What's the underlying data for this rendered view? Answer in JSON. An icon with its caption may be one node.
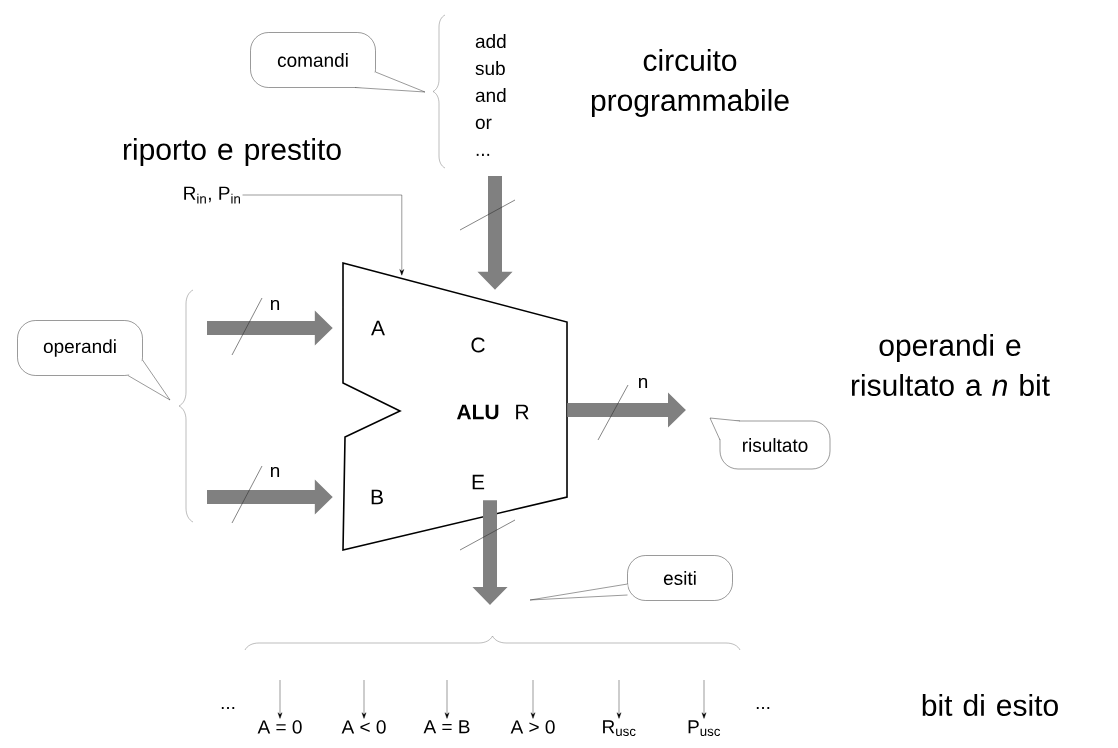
{
  "diagram": {
    "nodes": [
      {
        "text": [
          "comandi"
        ]
      },
      {
        "text": [
          "add sub and or ..."
        ]
      },
      {
        "text": [
          "R$_{in}$, P$_{in}$"
        ]
      },
      {
        "text": [
          "A",
          "C",
          "ALU",
          "R",
          "B",
          "E"
        ]
      },
      {
        "text": [
          "operandi"
        ]
      },
      {
        "text": [
          "risultato"
        ]
      },
      {
        "text": [
          "esiti"
        ]
      },
      {
        "text": [
          "A = 0"
        ]
      },
      {
        "text": [
          "A < 0"
        ]
      },
      {
        "text": [
          "A = B"
        ]
      },
      {
        "text": [
          "A > 0"
        ]
      },
      {
        "text": [
          "R$_{usc}$"
        ]
      },
      {
        "text": [
          "P$_{usc}$"
        ]
      }
    ],
    "edges": [
      {
        "from": null,
        "to": 3,
        "arrow": "to",
        "label": "n",
        "style": "thick",
        "color": "#808080"
      },
      {
        "from": null,
        "to": 3,
        "arrow": "to",
        "label": "n",
        "style": "thick",
        "color": "#808080"
      },
      {
        "from": 3,
        "to": null,
        "arrow": "to",
        "label": "n",
        "style": "thick",
        "color": "#808080"
      },
      {
        "from": 1,
        "to": 3,
        "arrow": "to",
        "style": "thick",
        "color": "#808080"
      },
      {
        "from": 3,
        "to": null,
        "arrow": "to",
        "style": "thick",
        "color": "#808080"
      },
      {
        "from": 2,
        "to": 3,
        "arrow": "to"
      },
      {
        "from": null,
        "to": 7,
        "arrow": "to"
      },
      {
        "from": null,
        "to": 8,
        "arrow": "to"
      },
      {
        "from": null,
        "to": 9,
        "arrow": "to"
      },
      {
        "from": null,
        "to": 10,
        "arrow": "to"
      },
      {
        "from": null,
        "to": 11,
        "arrow": "to"
      },
      {
        "from": null,
        "to": 12,
        "arrow": "to"
      }
    ],
    "labels": [
      "circuito programmabile",
      "riporto e prestito",
      "operandi e risultato a *n* bit",
      "...",
      "...",
      "bit di esito"
    ]
  }
}
